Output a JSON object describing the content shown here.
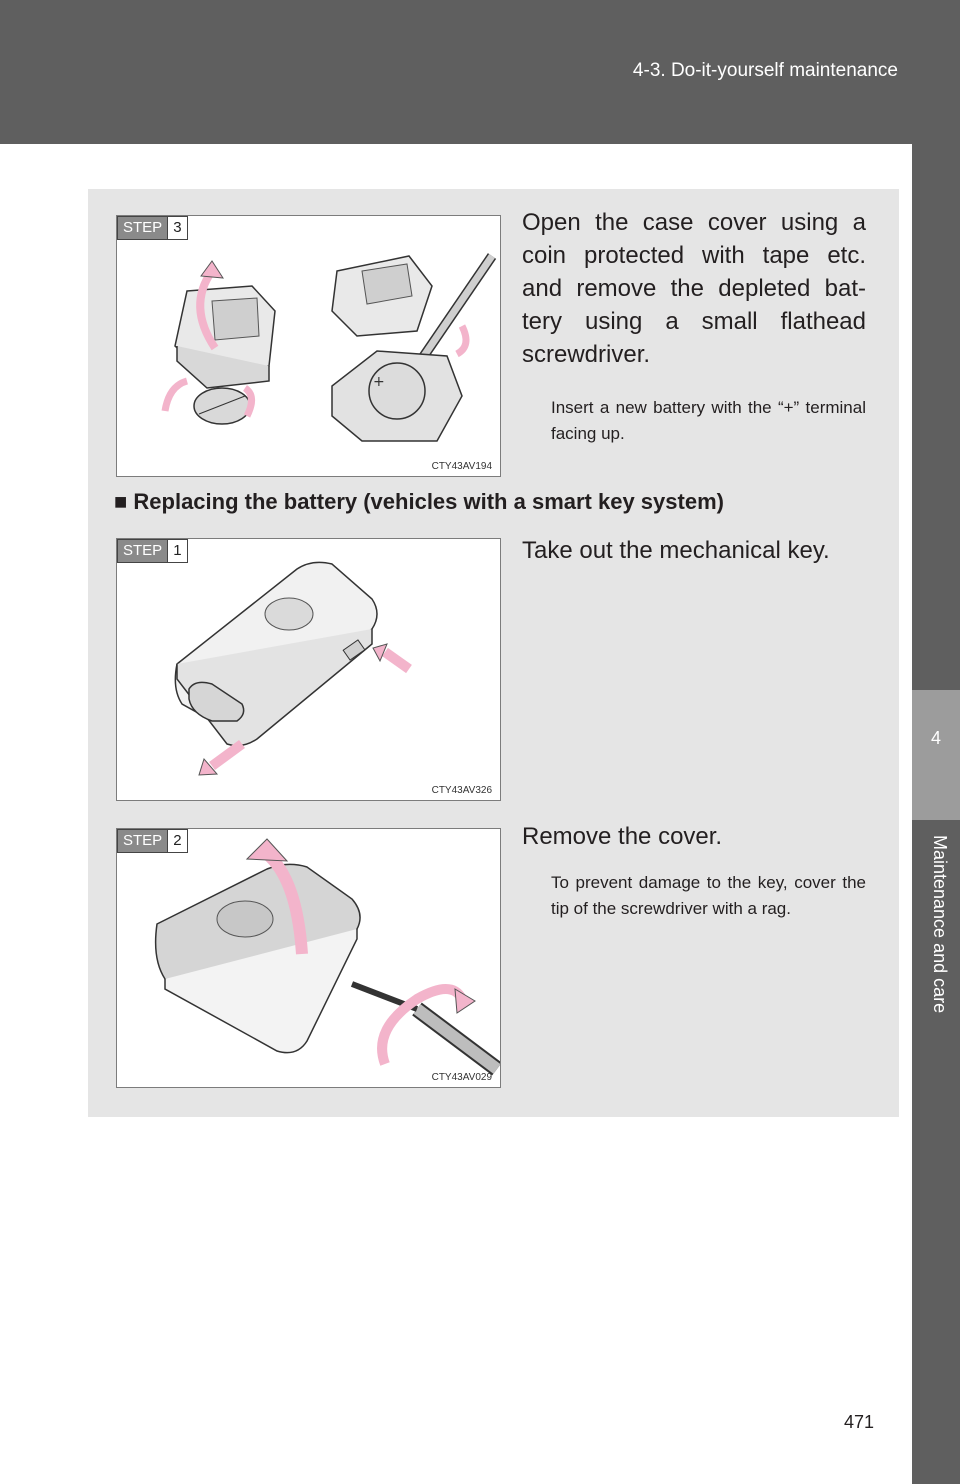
{
  "header": {
    "section_title": "4-3. Do-it-yourself maintenance"
  },
  "side_tab": {
    "chapter_number": "4",
    "chapter_label": "Maintenance and care"
  },
  "page_number": "471",
  "steps": [
    {
      "badge_word": "STEP",
      "badge_number": "3",
      "figure_code": "CTY43AV194",
      "main_text": "Open the case cover using a coin protected with tape etc. and remove the depleted bat-tery using a small flathead screwdriver.",
      "sub_text": "Insert a new battery with the “+” terminal facing up."
    },
    {
      "badge_word": "STEP",
      "badge_number": "1",
      "figure_code": "CTY43AV326",
      "main_text": "Take out the mechanical key."
    },
    {
      "badge_word": "STEP",
      "badge_number": "2",
      "figure_code": "CTY43AV029",
      "main_text": "Remove the cover.",
      "sub_text": "To prevent damage to the key, cover the tip of the screwdriver with a rag."
    }
  ],
  "section_heading": "■ Replacing the battery (vehicles with a smart key system)",
  "colors": {
    "header_bg": "#5f5f5f",
    "content_bg": "#e5e5e5",
    "arrow_pink": "#f3b4cb"
  }
}
